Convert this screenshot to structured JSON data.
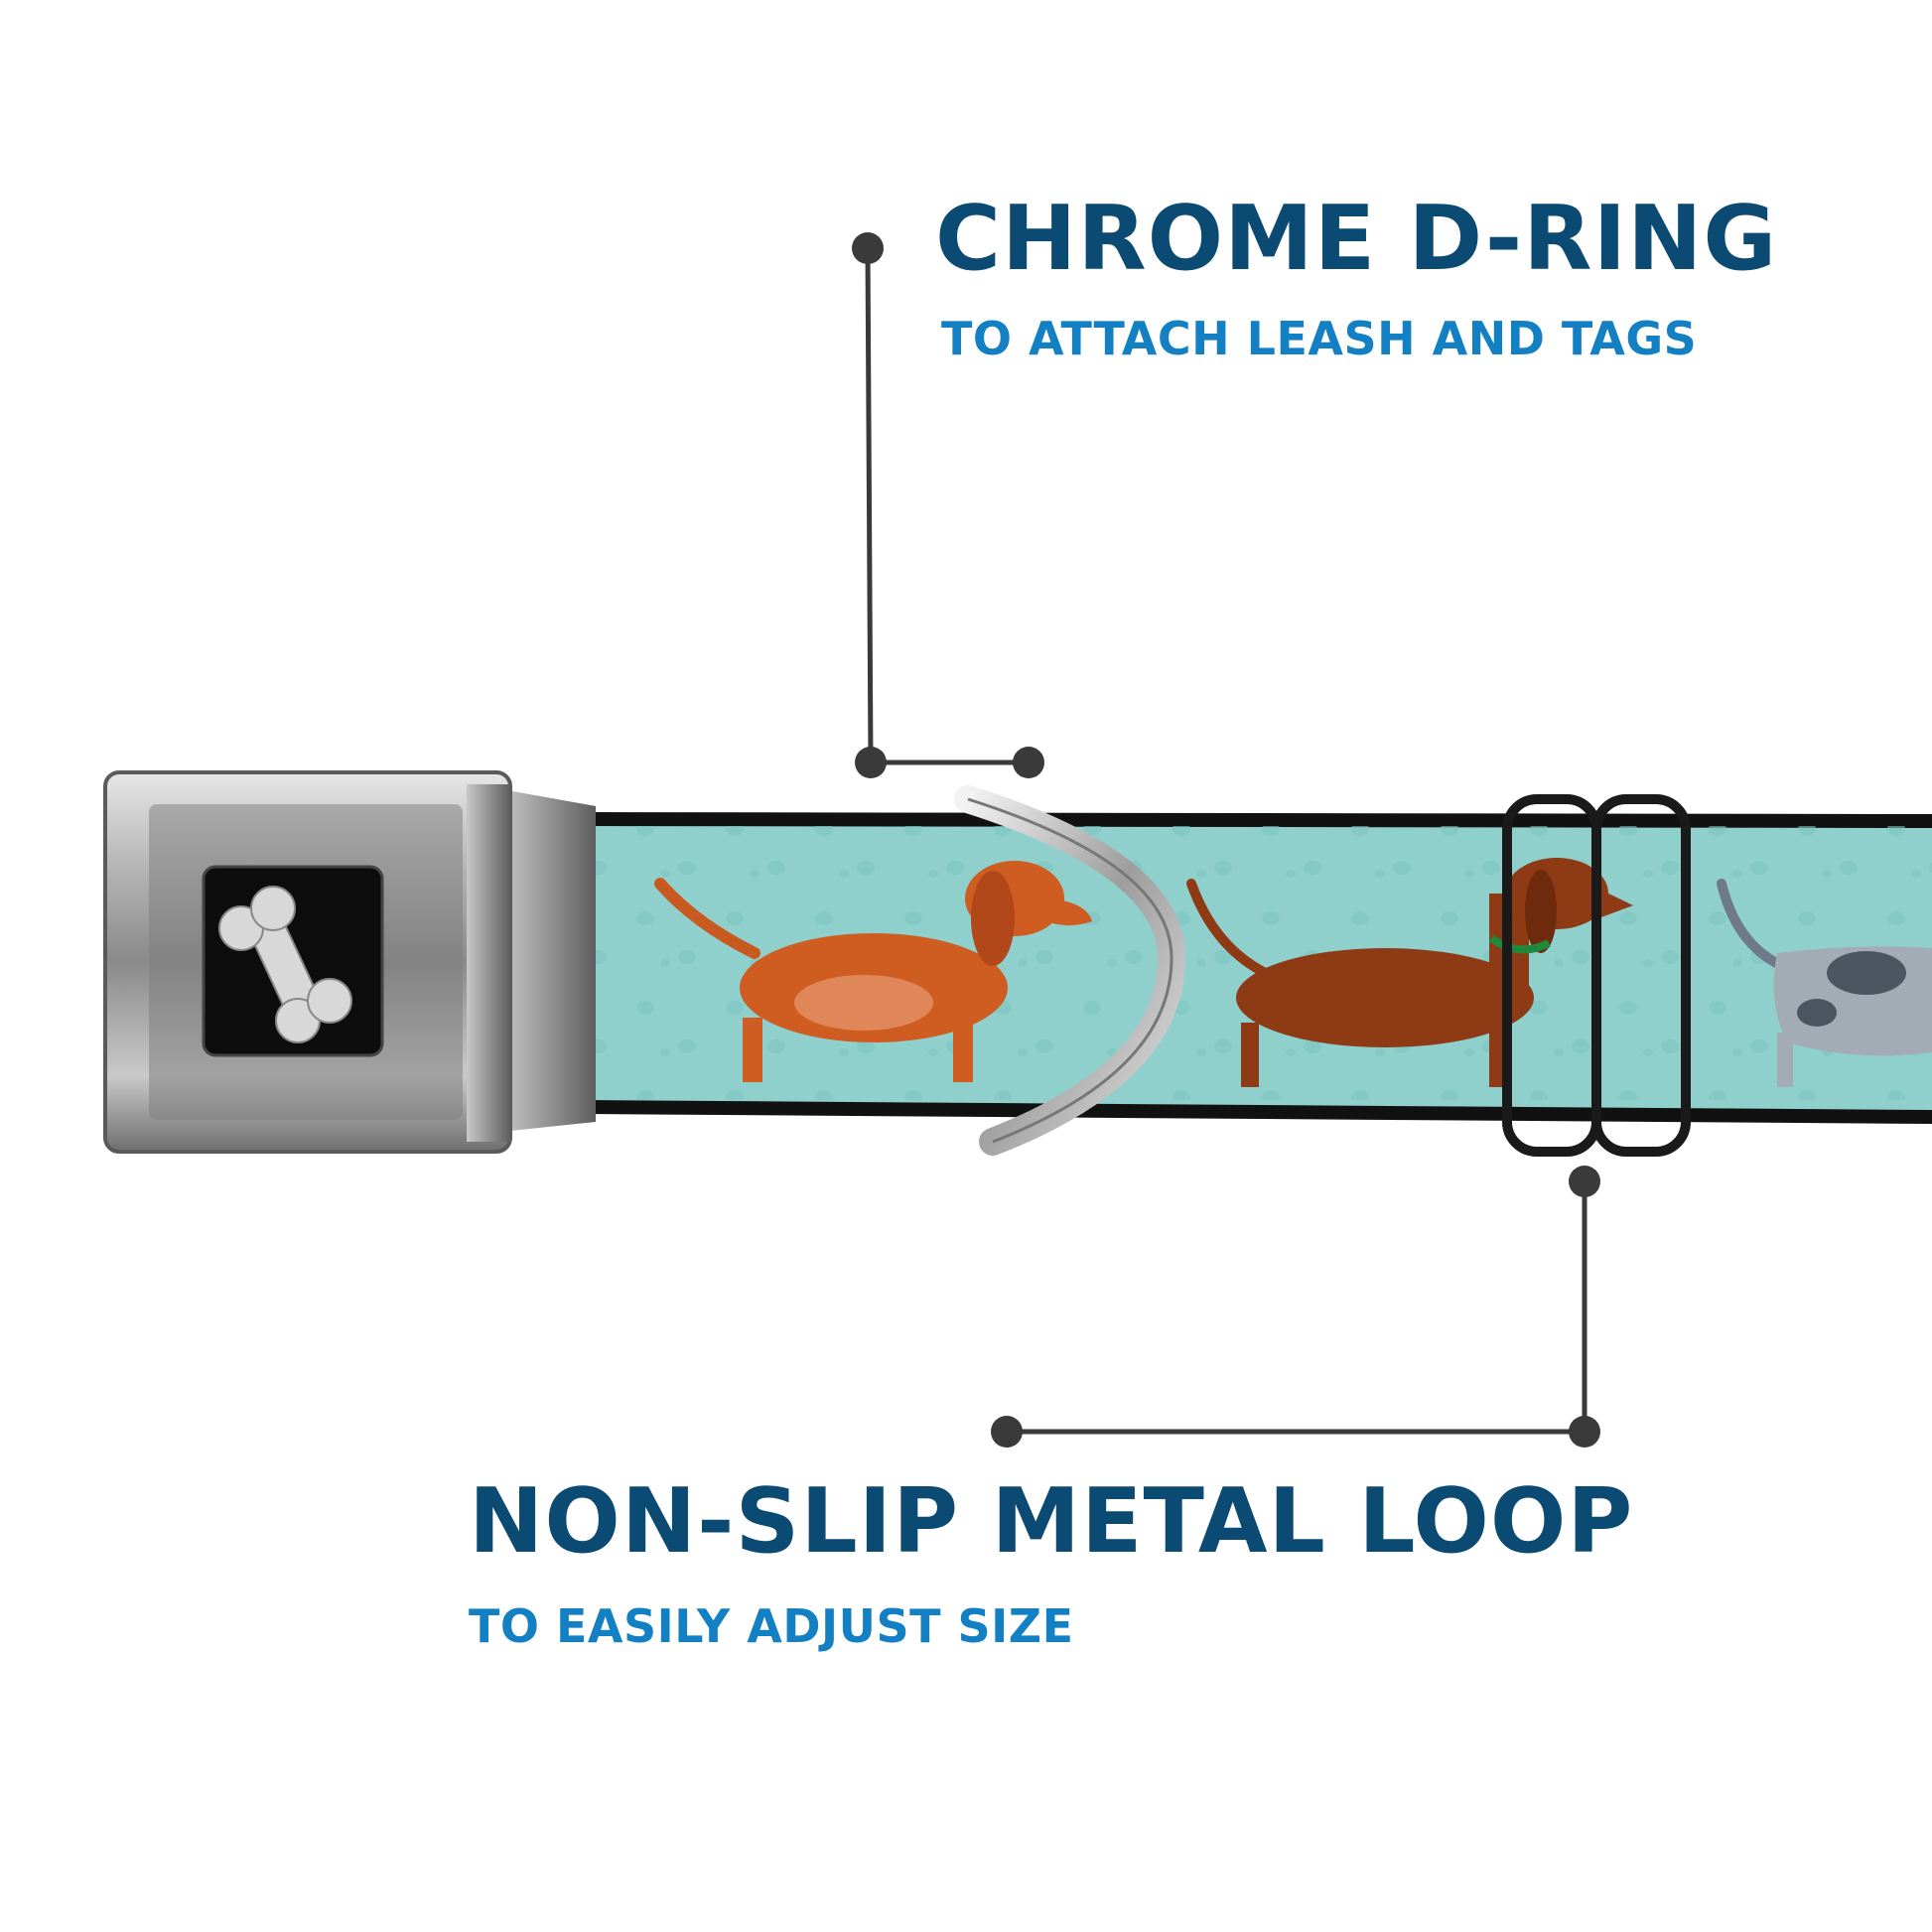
{
  "callouts": {
    "d_ring": {
      "title": "CHROME D-RING",
      "subtitle": "TO ATTACH LEASH AND TAGS"
    },
    "metal_loop": {
      "title": "NON-SLIP METAL LOOP",
      "subtitle": "TO EASILY ADJUST SIZE"
    }
  },
  "colors": {
    "title": "#0b4a73",
    "subtitle": "#1480c4",
    "leader_line": "#3a3a3a",
    "strap_teal": "#8fd0cd",
    "strap_edge": "#111111",
    "buckle_metal": "#9a9a9a",
    "buckle_badge": "#0d0d0d",
    "bone_icon": "#d8d8d8"
  },
  "icons": {
    "buckle_logo": "dog-bone-icon"
  },
  "product": {
    "pattern": "dachshund-pattern"
  }
}
